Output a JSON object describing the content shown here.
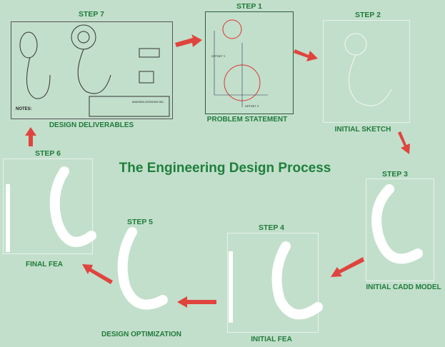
{
  "title": "The Engineering Design Process",
  "steps": [
    {
      "step": "STEP 1",
      "name": "PROBLEM STATEMENT"
    },
    {
      "step": "STEP 2",
      "name": "INITIAL SKETCH"
    },
    {
      "step": "STEP 3",
      "name": "INITIAL CADD MODEL"
    },
    {
      "step": "STEP 4",
      "name": "INITIAL FEA"
    },
    {
      "step": "STEP 5",
      "name": "DESIGN OPTIMIZATION"
    },
    {
      "step": "STEP 6",
      "name": "FINAL FEA"
    },
    {
      "step": "STEP 7",
      "name": "DESIGN DELIVERABLES"
    }
  ],
  "drawing": {
    "notes": "NOTES:",
    "company": "MADSEN DESIGNS INC.",
    "offset_y": "OFFSET Y",
    "offset_x": "OFFSET X"
  },
  "colors": {
    "background": "#c2dfcb",
    "text": "#1f7a3a",
    "arrow": "#e0443e"
  }
}
